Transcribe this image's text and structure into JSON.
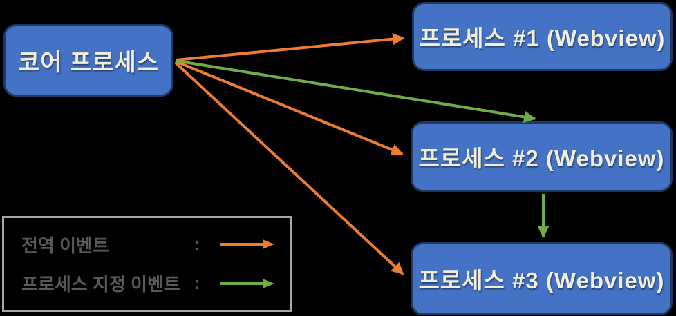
{
  "diagram": {
    "title_implicit": "",
    "colors": {
      "background": "#000000",
      "node_fill": "#4472C4",
      "node_border": "#1F3864",
      "node_text": "#F1EEDC",
      "global_event": "#ED7D31",
      "targeted_event": "#70AD47",
      "legend_text": "#595959",
      "legend_border": "#A6A6A6"
    },
    "nodes": [
      {
        "id": "core",
        "label": "코어 프로세스"
      },
      {
        "id": "p1",
        "label": "프로세스 #1 (Webview)"
      },
      {
        "id": "p2",
        "label": "프로세스 #2 (Webview)"
      },
      {
        "id": "p3",
        "label": "프로세스 #3 (Webview)"
      }
    ],
    "edges": [
      {
        "type": "global",
        "from": [
          254,
          87
        ],
        "to": [
          584,
          55
        ],
        "meaning": "core to process 1"
      },
      {
        "type": "global",
        "from": [
          254,
          89
        ],
        "to": [
          582,
          223
        ],
        "meaning": "core to process 2"
      },
      {
        "type": "global",
        "from": [
          254,
          91
        ],
        "to": [
          583,
          397
        ],
        "meaning": "core to process 3"
      },
      {
        "type": "targeted",
        "from": [
          254,
          88
        ],
        "to": [
          774,
          172
        ],
        "meaning": "core to process 2 top"
      },
      {
        "type": "targeted",
        "from": [
          786,
          281
        ],
        "to": [
          786,
          343
        ],
        "meaning": "process 2 to process 3"
      }
    ],
    "legend": {
      "rows": [
        {
          "label": "전역 이벤트",
          "colon": ":",
          "arrow_type": "global"
        },
        {
          "label": "프로세스 지정 이벤트",
          "colon": ":",
          "arrow_type": "targeted"
        }
      ]
    }
  }
}
